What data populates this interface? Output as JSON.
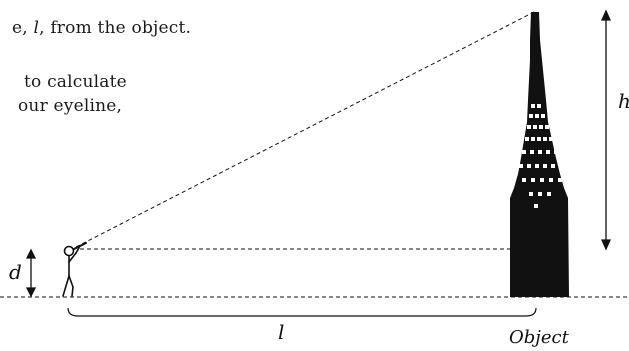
{
  "text": {
    "line1_before": "e, ",
    "line1_var": "l",
    "line1_after": ", from the object.",
    "line2": "to calculate",
    "line3": "our eyeline,"
  },
  "labels": {
    "d": "d",
    "h": "h",
    "l": "l",
    "object": "Object"
  },
  "colors": {
    "ink": "#111111",
    "building": "#111111",
    "windows": "#ffffff"
  }
}
